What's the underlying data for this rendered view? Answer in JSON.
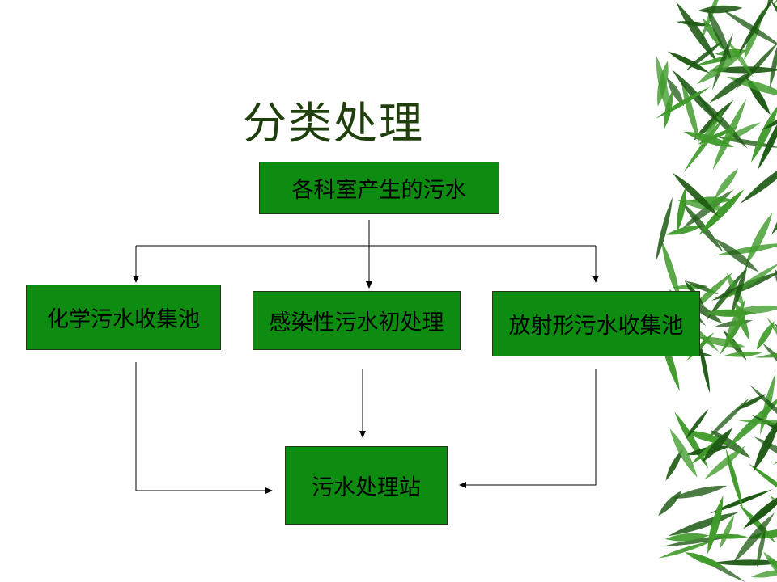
{
  "slide": {
    "title": "分类处理"
  },
  "diagram": {
    "source": "各科室产生的污水",
    "branches": [
      "化学污水收集池",
      "感染性污水初处理",
      "放射形污水收集池"
    ],
    "target": "污水处理站"
  },
  "colors": {
    "box_fill": "#0e8c12",
    "box_border": "#1d3a12",
    "title_text": "#1f3f0c",
    "bamboo_dark": "#1e5a14",
    "bamboo_light": "#3f9a2a"
  },
  "decoration": {
    "icon": "bamboo-leaves-icon"
  }
}
